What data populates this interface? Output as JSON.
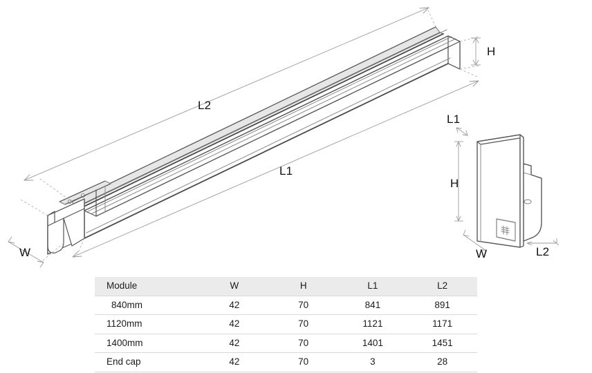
{
  "drawing": {
    "main_view": {
      "labels": {
        "l2": "L2",
        "l1": "L1",
        "h": "H",
        "w": "W"
      }
    },
    "detail_view": {
      "labels": {
        "l1": "L1",
        "h": "H",
        "w": "W",
        "l2": "L2"
      }
    },
    "colors": {
      "outline": "#555555",
      "outline_light": "#8a8a8a",
      "dimension_line": "#999999",
      "fill": "#ffffff",
      "shade": "#f2f2f2"
    }
  },
  "table": {
    "headers": {
      "module": "Module",
      "w": "W",
      "h": "H",
      "l1": "L1",
      "l2": "L2"
    },
    "rows": [
      {
        "module": "840mm",
        "w": "42",
        "h": "70",
        "l1": "841",
        "l2": "891"
      },
      {
        "module": "1120mm",
        "w": "42",
        "h": "70",
        "l1": "1121",
        "l2": "1171"
      },
      {
        "module": "1400mm",
        "w": "42",
        "h": "70",
        "l1": "1401",
        "l2": "1451"
      },
      {
        "module": "End cap",
        "w": "42",
        "h": "70",
        "l1": "3",
        "l2": "28"
      }
    ],
    "header_background": "#ebebeb",
    "row_border": "#d8d8d8"
  }
}
